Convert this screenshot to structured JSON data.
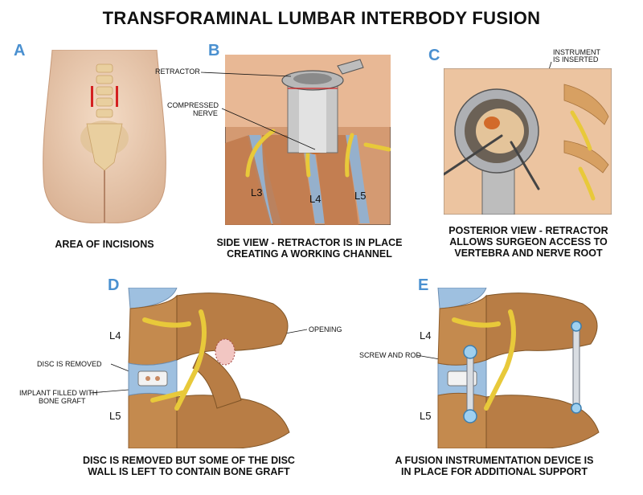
{
  "title": "TRANSFORAMINAL LUMBAR INTERBODY FUSION",
  "panels": {
    "a": {
      "letter": "A",
      "caption": "AREA OF INCISIONS"
    },
    "b": {
      "letter": "B",
      "caption_line1": "SIDE VIEW - RETRACTOR IS IN PLACE",
      "caption_line2": "CREATING A WORKING CHANNEL",
      "label_retractor": "RETRACTOR",
      "label_nerve_line1": "COMPRESSED",
      "label_nerve_line2": "NERVE",
      "vert_l3": "L3",
      "vert_l4": "L4",
      "vert_l5": "L5"
    },
    "c": {
      "letter": "C",
      "caption_line1": "POSTERIOR VIEW - RETRACTOR",
      "caption_line2": "ALLOWS SURGEON ACCESS TO",
      "caption_line3": "VERTEBRA AND NERVE ROOT",
      "label_line1": "INSTRUMENT",
      "label_line2": "IS INSERTED"
    },
    "d": {
      "letter": "D",
      "caption_line1": "DISC IS REMOVED BUT SOME OF THE DISC",
      "caption_line2": "WALL IS LEFT TO CONTAIN BONE GRAFT",
      "label_opening": "OPENING",
      "label_disc": "DISC IS REMOVED",
      "label_implant_line1": "IMPLANT FILLED WITH",
      "label_implant_line2": "BONE GRAFT",
      "vert_l4": "L4",
      "vert_l5": "L5"
    },
    "e": {
      "letter": "E",
      "caption_line1": "A FUSION INSTRUMENTATION DEVICE IS",
      "caption_line2": "IN PLACE FOR ADDITIONAL SUPPORT",
      "label_screw": "SCREW AND ROD",
      "vert_l4": "L4",
      "vert_l5": "L5"
    }
  },
  "colors": {
    "letter_accent": "#4a90d0",
    "bone": "#c8925a",
    "disc": "#8fb3d6",
    "nerve": "#e8c93a",
    "incision": "#d42020"
  }
}
